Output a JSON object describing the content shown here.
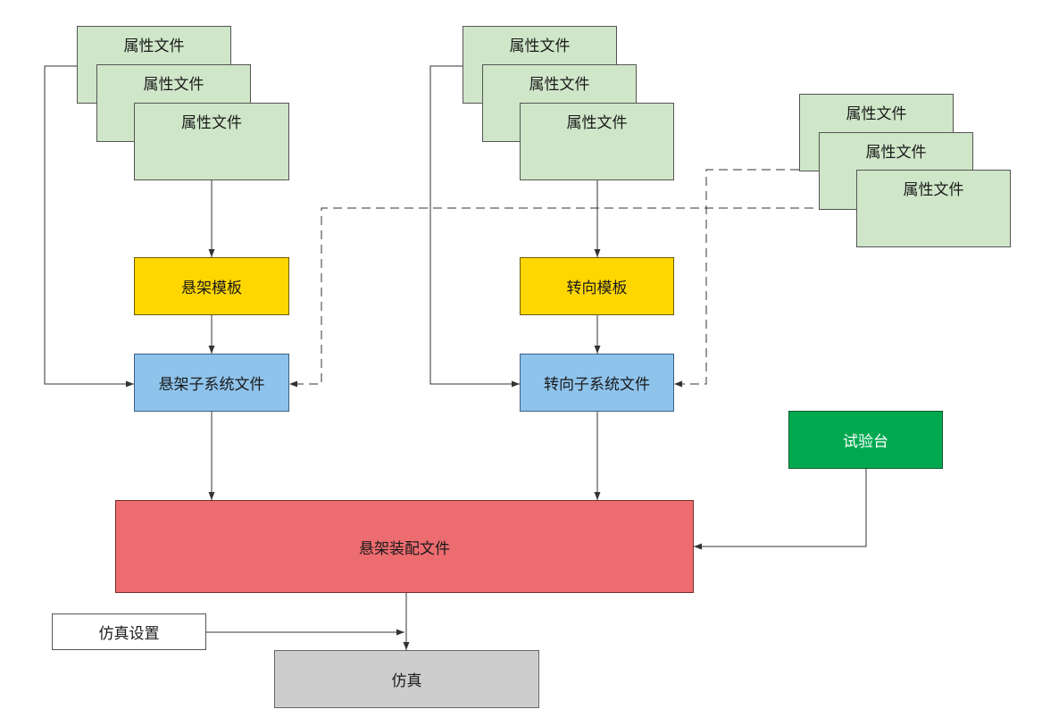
{
  "diagram": {
    "attr_file_label": "属性文件",
    "suspension_template": "悬架模板",
    "steering_template": "转向模板",
    "suspension_subsystem": "悬架子系统文件",
    "steering_subsystem": "转向子系统文件",
    "test_rig": "试验台",
    "assembly_file": "悬架装配文件",
    "sim_settings": "仿真设置",
    "simulation": "仿真"
  },
  "colors": {
    "attr_file": "#cfe6c8",
    "template": "#ffd700",
    "subsystem": "#8ec3ec",
    "assembly": "#ec6c70",
    "test_rig": "#00a950",
    "simulation": "#cdcdcd"
  }
}
